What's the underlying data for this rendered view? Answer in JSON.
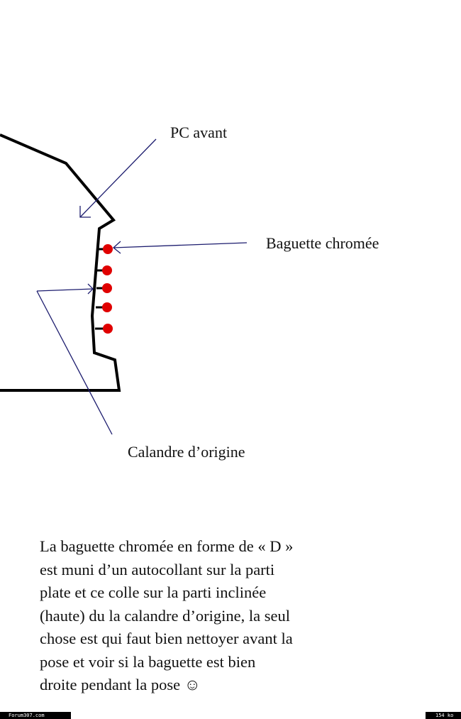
{
  "labels": {
    "pc_avant": "PC avant",
    "baguette": "Baguette chromée",
    "calandre": "Calandre d’origine"
  },
  "caption_lines": [
    "La baguette chromée en forme de « D »",
    "est muni d’un autocollant sur la parti",
    "plate et ce colle sur la parti inclinée",
    "(haute) du la calandre d’origine, la seul",
    "chose est qui faut bien nettoyer avant la",
    "pose et voir si la baguette est bien",
    "droite pendant la pose ☺"
  ],
  "footer": {
    "left": "Forum307.com",
    "right": "154 ko"
  },
  "colors": {
    "outline": "#000000",
    "dots": "#e00000",
    "leader_lines": "#1c1c6e"
  }
}
